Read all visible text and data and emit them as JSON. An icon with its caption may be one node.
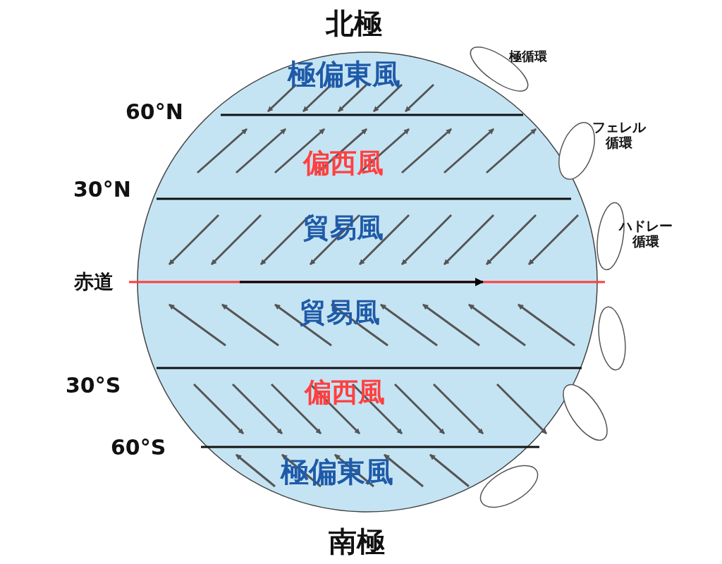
{
  "diagram": {
    "labels": [
      "北極",
      "極循環",
      "極偏東風",
      "60°N",
      "フェレル循環",
      "偏西風",
      "30°N",
      "貿易風",
      "ハドレー循環",
      "赤道",
      "貿易風",
      "30°S",
      "偏西風",
      "60°S",
      "極偏東風",
      "南極"
    ]
  }
}
